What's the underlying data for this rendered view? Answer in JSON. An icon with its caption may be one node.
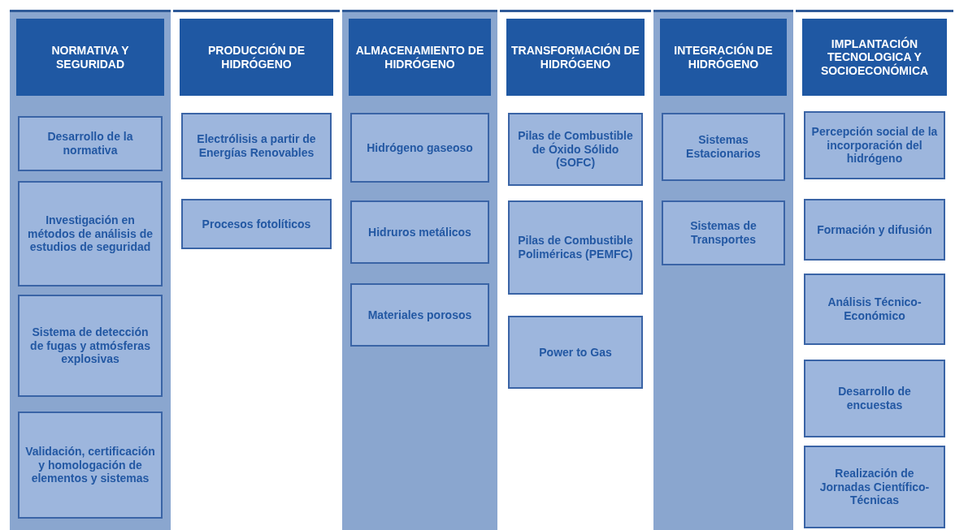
{
  "diagram": {
    "nodes": [
      {
        "text": [],
        "shape": "bar"
      },
      {
        "text": [
          "NORMATIVA Y SEGURIDAD"
        ],
        "in": 0
      },
      {
        "text": [
          "Desarrollo de la normativa"
        ],
        "in": 0
      },
      {
        "text": [
          "Investigación en métodos de análisis de estudios de seguridad"
        ],
        "in": 0
      },
      {
        "text": [
          "Sistema de detección de fugas y atmósferas explosivas"
        ],
        "in": 0
      },
      {
        "text": [
          "Validación, certificación y homologación de elementos y sistemas"
        ],
        "in": 0
      },
      {
        "text": [],
        "shape": "bar"
      },
      {
        "text": [
          "PRODUCCIÓN DE HIDRÓGENO"
        ],
        "in": 6
      },
      {
        "text": [
          "Electrólisis a partir de Energías Renovables"
        ],
        "in": 6
      },
      {
        "text": [
          "Procesos fotolíticos"
        ],
        "in": 6
      },
      {
        "text": [],
        "shape": "bar"
      },
      {
        "text": [
          "ALMACENAMIENTO DE HIDRÓGENO"
        ],
        "in": 10
      },
      {
        "text": [
          "Hidrógeno gaseoso"
        ],
        "in": 10
      },
      {
        "text": [
          "Hidruros metálicos"
        ],
        "in": 10
      },
      {
        "text": [
          "Materiales porosos"
        ],
        "in": 10
      },
      {
        "text": [],
        "shape": "bar"
      },
      {
        "text": [
          "TRANSFORMACIÓN DE HIDRÓGENO"
        ],
        "in": 15
      },
      {
        "text": [
          "Pilas de Combustible de Óxido Sólido (SOFC)"
        ],
        "in": 15
      },
      {
        "text": [
          "Pilas de Combustible Poliméricas (PEMFC)"
        ],
        "in": 15
      },
      {
        "text": [
          "Power to Gas"
        ],
        "in": 15
      },
      {
        "text": [],
        "shape": "bar"
      },
      {
        "text": [
          "INTEGRACIÓN DE HIDRÓGENO"
        ],
        "in": 20
      },
      {
        "text": [
          "Sistemas Estacionarios"
        ],
        "in": 20
      },
      {
        "text": [
          "Sistemas de Transportes"
        ],
        "in": 20
      },
      {
        "text": [],
        "shape": "bar"
      },
      {
        "text": [
          "IMPLANTACIÓN TECNOLOGICA Y SOCIOECONÓMICA"
        ],
        "in": 24
      },
      {
        "text": [
          "Percepción social de la incorporación del hidrógeno"
        ],
        "in": 24
      },
      {
        "text": [
          "Formación y difusión"
        ],
        "in": 24
      },
      {
        "text": [
          "Análisis Técnico-Económico"
        ],
        "in": 24
      },
      {
        "text": [
          "Desarrollo de encuestas"
        ],
        "in": 24
      },
      {
        "text": [
          "Realización de Jornadas Científico-Técnicas"
        ],
        "in": 24
      }
    ]
  }
}
